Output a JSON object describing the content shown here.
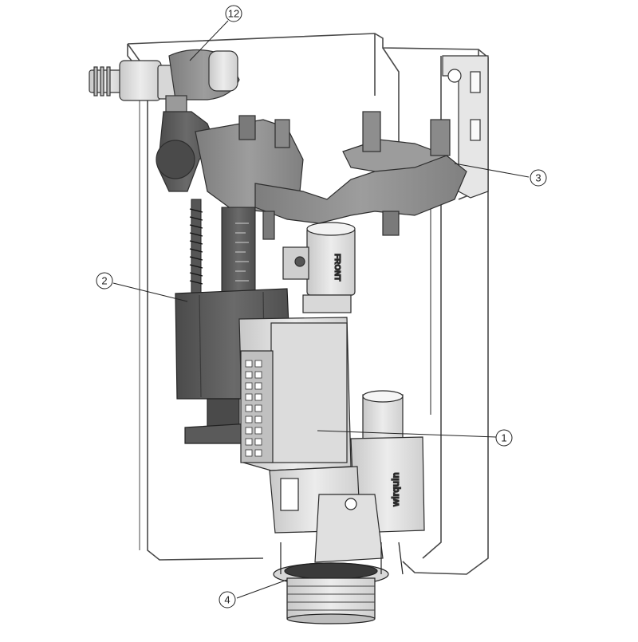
{
  "diagram": {
    "callouts": [
      {
        "id": "c12",
        "label": "12"
      },
      {
        "id": "c3",
        "label": "3"
      },
      {
        "id": "c2",
        "label": "2"
      },
      {
        "id": "c1",
        "label": "1"
      },
      {
        "id": "c4",
        "label": "4"
      }
    ],
    "body_labels": {
      "front_marking": "FRONT",
      "brand_marking": "wirquin"
    },
    "colors": {
      "outline": "#3a3a3a",
      "dark_part": "#5a5a5a",
      "mid_part": "#8c8c8c",
      "light_part": "#d4d4d4",
      "pale_part": "#ececec"
    }
  }
}
